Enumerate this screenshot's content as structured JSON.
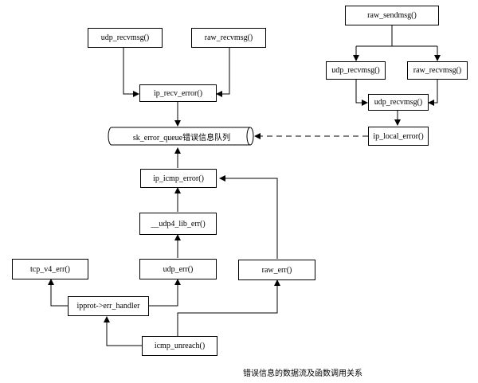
{
  "nodes": {
    "raw_sendmsg": "raw_sendmsg()",
    "udp_recvmsg_top": "udp_recvmsg()",
    "raw_recvmsg_top": "raw_recvmsg()",
    "udp_recvmsg_right": "udp_recvmsg()",
    "raw_recvmsg_right": "raw_recvmsg()",
    "udp_recvmsg_right2": "udp_recvmsg()",
    "ip_recv_error": "ip_recv_error()",
    "sk_error_queue": "sk_error_queue错误信息队列",
    "ip_local_error": "ip_local_error()",
    "ip_icmp_error": "ip_icmp_error()",
    "udp4_lib_err": "__udp4_lib_err()",
    "tcp_v4_err": "tcp_v4_err()",
    "udp_err": "udp_err()",
    "raw_err": "raw_err()",
    "ipprot_err_handler": "ipprot->err_handler",
    "icmp_unreach": "icmp_unreach()"
  },
  "caption": "错误信息的数据流及函数调用关系",
  "colors": {
    "line": "#000000",
    "box_fill": "#ffffff"
  }
}
